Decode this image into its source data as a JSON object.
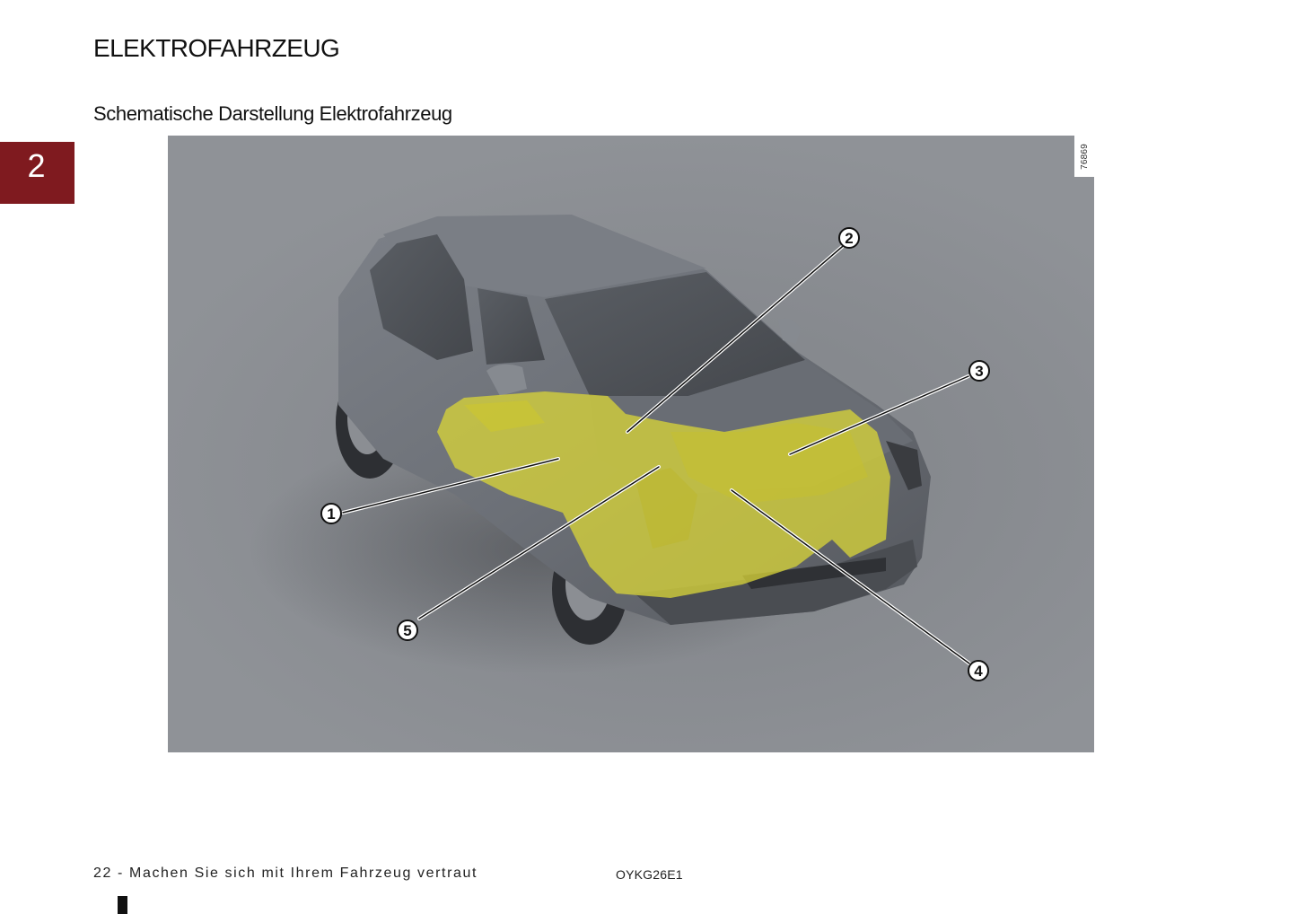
{
  "page": {
    "title": "ELEKTROFAHRZEUG",
    "section_title": "Schematische Darstellung Elektrofahrzeug",
    "chapter_number": "2",
    "chapter_color": "#7f1a1f"
  },
  "figure": {
    "id": "76869",
    "highlight_color": "#d6d23a",
    "callouts": [
      {
        "number": "1"
      },
      {
        "number": "2"
      },
      {
        "number": "3"
      },
      {
        "number": "4"
      },
      {
        "number": "5"
      }
    ]
  },
  "footer": {
    "page_label": "22 - Machen Sie sich mit Ihrem Fahrzeug vertraut",
    "doc_code": "OYKG26E1"
  }
}
